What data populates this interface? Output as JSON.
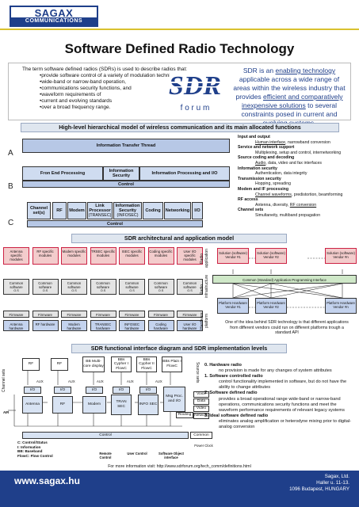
{
  "header": {
    "logo_top": "SAGAX",
    "logo_bottom": "COMMUNICATIONS",
    "title": "Software Defined Radio Technology"
  },
  "intro": {
    "lead": "The term software defined radios (SDRs) is used to describe radios that:",
    "bullets": [
      "•provide software control of a variety of modulation techniques,",
      "•wide-band or narrow-band operation,",
      "•communications security functions, and",
      "•waveform requirements of",
      "•current and evolving standards",
      "•over a broad frequency range."
    ],
    "quote_plain_1": "SDR is an ",
    "quote_link_1": "enabling technology",
    "quote_plain_2": " applicable across a wide range of areas within the wireless industry that provides ",
    "quote_link_2": "efficient and comparatively inexpensive solutions",
    "quote_plain_3": " to several constraints posed in current and evolving systems.",
    "forum_word": "f o r u m"
  },
  "sections": {
    "s1": "High-level hierarchical model of wireless communication and its main allocated functions",
    "s2": "SDR architectural and application model",
    "s3": "SDR functional interface diagram and SDR implementation levels"
  },
  "diagram1": {
    "labels": [
      "A",
      "B",
      "C"
    ],
    "itt": "Information Transfer Thread",
    "front_end": "Fron End Processing",
    "info_security": "Information Security",
    "info_processing": "Information Processing and I/O",
    "control1": "Control",
    "channel_sets": "Channel set(s)",
    "rf": "RF",
    "modem": "Modem",
    "link": "Link Processor",
    "link_sub": "(TRANSEC)",
    "infosec": "Information Security",
    "infosec_sub": "(INFOSEC)",
    "coding": "Coding",
    "networking": "Networking",
    "io": "I/O",
    "control2": "Control"
  },
  "rf_list": [
    {
      "h": "Input and output"
    },
    {
      "s": "Human interface",
      "t": ", narrowband conversion",
      "u": true
    },
    {
      "h": "Service and network support"
    },
    {
      "s": "Multiplexing, setup and control, internetworking"
    },
    {
      "h": "Source coding and decoding"
    },
    {
      "s": "Audio",
      "t": ", data, video and fax interfaces",
      "u": true
    },
    {
      "h": "Information security"
    },
    {
      "s": "Authentication, data integrity"
    },
    {
      "h": "Transmission security"
    },
    {
      "s": "Hopping, spreading"
    },
    {
      "h": "Modem and IF processing"
    },
    {
      "s": "Channel waveforms",
      "t": ", predistortion, beamforming",
      "u": true
    },
    {
      "h": "RF access"
    },
    {
      "s": "Antenna, diversity, ",
      "t": "RF conversion",
      "u2": true
    },
    {
      "h": "Channel sets"
    },
    {
      "s": "Simultaneity, multiband propagation"
    }
  ],
  "diagram2": {
    "top_cells": [
      "Antenna specific modules",
      "RF specific modules",
      "Modem specific modules",
      "TRSEC specific modules",
      "ISEC specific modules",
      "Coding specific modules",
      "User I/O specific modules"
    ],
    "radio_app": "Radio application",
    "os_cells": [
      "Common software",
      "Common software",
      "Common software",
      "Common software",
      "Common software",
      "Common software",
      "Common software"
    ],
    "os_sub": "O.S",
    "radio_infra": "Radio infrastructure",
    "fw": "Firmware",
    "hw_cells": [
      "Antenna hardware",
      "RF hardware",
      "Modem hardware",
      "TRANSEC hardware",
      "INFOSEC hardware",
      "Coding hardware",
      "User I/O hardware"
    ],
    "hw_platform": "Hardware platform",
    "solutions": [
      "Solution (software) Vendor #1",
      "Solution (software) Vendor #2",
      "Solution (software) Vendor #n"
    ],
    "common_sw": "Common (Standard) Application Programming Interface",
    "platforms": [
      "Platform Hardware Vendor #1",
      "Platform Hardware Vendor #2",
      "Platform Hardware Vendor #n"
    ],
    "idea": "One of the idea behind SDR technology is that different applications from different vendors could run on different platforms trough a standard API"
  },
  "diagram3": {
    "top": [
      "RF",
      "RF",
      "BB Multi-core display",
      "BBs Cypher I FlowC",
      "BBs Cypher II FlowC",
      "BBs Plain I FlowC"
    ],
    "aux": "AUX",
    "channel_sets": "Channel sets",
    "source_sets": "Source sets",
    "io": "I/O",
    "antenna": "Antenna",
    "rf": "RF",
    "modem": "Modem",
    "tran": "TRAN SEC",
    "info": "INFO SEC",
    "msg": "Msg Proc. and I/O",
    "voice": "Voice",
    "data": "Data",
    "video": "Video",
    "routing": "Routing",
    "network": "Network",
    "air": "AIR",
    "control": "Control",
    "common": "Common",
    "power": "Power Clock",
    "legend": [
      "C: Control/Status",
      "I: Information",
      "BB: Baseband",
      "FlowC: Flow Control"
    ],
    "remote": "Remote Control",
    "user": "User Control",
    "software": "Software Object interface"
  },
  "hw_list": [
    {
      "h": "0. Hardware radio"
    },
    {
      "s": "no provision is made for any changes of system attributes"
    },
    {
      "h": "1. Software controlled radio"
    },
    {
      "s": "control functionality implemented in software, but do not have the ability to change attributes"
    },
    {
      "h": "2. Software defined radio"
    },
    {
      "s": "provides a broad operational range wide-band or narrow-band operations, communications security functions and meet the waveform performance requirements of relevant legacy systems"
    },
    {
      "h": "3. Ideal software defined radio"
    },
    {
      "s": "eliminates analog amplification or heterodyne mixing prior to digital-analog conversion"
    }
  ],
  "footer": {
    "note": "For more information visit: http://www.sdrforum.org/tech_comm/definitions.html",
    "url": "www.sagax.hu",
    "addr1": "Sagax, Ltd.",
    "addr2": "Haller u. 11-13.",
    "addr3": "1096 Budapest, HUNGARY"
  }
}
